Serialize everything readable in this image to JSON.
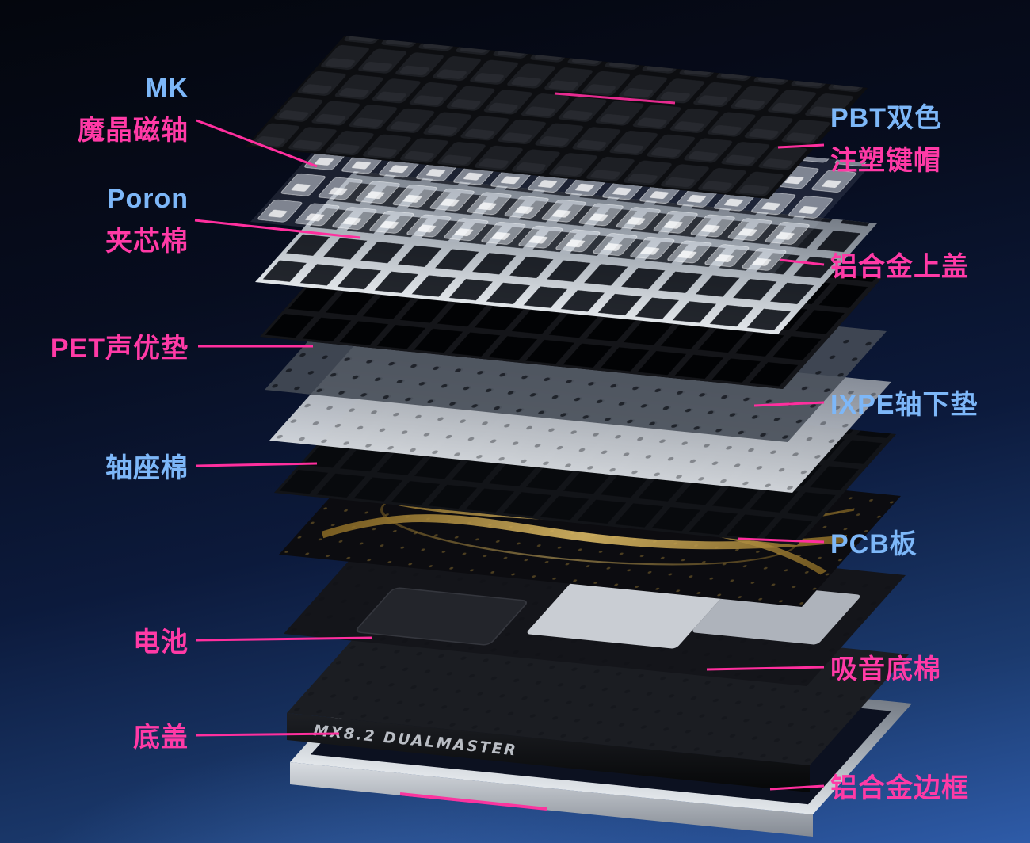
{
  "diagram": {
    "brand_text": "MX8.2 DUALMASTER"
  },
  "labels": {
    "left": [
      {
        "id": "mk-switch",
        "lines": [
          {
            "text": "MK",
            "color": "#7db7f8"
          },
          {
            "text": "魔晶磁轴",
            "color": "#ff3aa6"
          }
        ]
      },
      {
        "id": "poron-foam",
        "lines": [
          {
            "text": "Poron",
            "color": "#7db7f8"
          },
          {
            "text": "夹芯棉",
            "color": "#ff3aa6"
          }
        ]
      },
      {
        "id": "pet-pad",
        "lines": [
          {
            "text": "PET声优垫",
            "color": "#ff3aa6"
          }
        ]
      },
      {
        "id": "seat-foam",
        "lines": [
          {
            "text": "轴座棉",
            "color": "#7db7f8"
          }
        ]
      },
      {
        "id": "battery",
        "lines": [
          {
            "text": "电池",
            "color": "#ff3aa6"
          }
        ]
      },
      {
        "id": "bottom-cover",
        "lines": [
          {
            "text": "底盖",
            "color": "#ff3aa6"
          }
        ]
      }
    ],
    "right": [
      {
        "id": "keycaps",
        "lines": [
          {
            "text": "PBT双色",
            "color": "#7db7f8"
          },
          {
            "text": "注塑键帽",
            "color": "#ff3aa6"
          }
        ]
      },
      {
        "id": "alu-top-cover",
        "lines": [
          {
            "text": "铝合金上盖",
            "color": "#ff3aa6"
          }
        ]
      },
      {
        "id": "ixpe-pad",
        "lines": [
          {
            "text": "IXPE轴下垫",
            "color": "#7db7f8"
          }
        ]
      },
      {
        "id": "pcb",
        "lines": [
          {
            "text": "PCB板",
            "color": "#7db7f8"
          }
        ]
      },
      {
        "id": "bottom-foam",
        "lines": [
          {
            "text": "吸音底棉",
            "color": "#ff3aa6"
          }
        ]
      },
      {
        "id": "alu-frame",
        "lines": [
          {
            "text": "铝合金边框",
            "color": "#ff3aa6"
          }
        ]
      }
    ]
  },
  "colors": {
    "label_blue": "#7db7f8",
    "label_pink": "#ff3aa6",
    "connector": "#ff2f9e",
    "accent_magenta": "#ff2f9e",
    "background_top": "#05070e",
    "background_bottom": "#2e5ba8",
    "aluminum": "#aab1b9",
    "pcb_gold": "#c9a24f"
  }
}
